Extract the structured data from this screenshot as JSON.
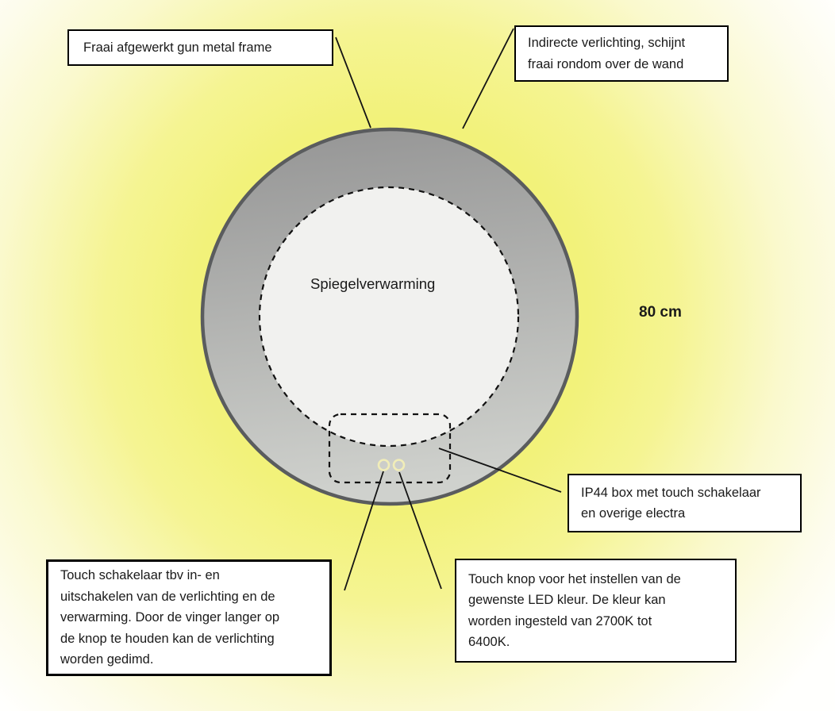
{
  "diagram_title": "Round LED mirror product diagram",
  "mirror": {
    "heating_label": "Spiegelverwarming",
    "diameter_label": "80 cm"
  },
  "callouts": {
    "frame": {
      "lines": [
        "Fraai afgewerkt gun metal frame"
      ]
    },
    "indirect_light": {
      "lines": [
        "Indirecte verlichting, schijnt",
        "fraai rondom over de wand"
      ]
    },
    "ip44_box": {
      "lines": [
        "IP44 box met touch schakelaar",
        "en overige electra"
      ]
    },
    "touch_switch": {
      "lines": [
        "Touch schakelaar tbv in- en",
        "uitschakelen van de verlichting en de",
        "verwarming. Door de vinger langer op",
        "de knop te houden kan de verlichting",
        "worden gedimd."
      ]
    },
    "touch_color": {
      "lines": [
        "Touch knop voor het instellen van de",
        "gewenste LED kleur. De kleur kan",
        "worden ingesteld van 2700K tot",
        "6400K."
      ]
    }
  },
  "colors": {
    "glow_yellow": "#f2f27a",
    "background_edge": "#fffffd",
    "frame_gradient_top": "#949494",
    "frame_gradient_bottom": "#cfd1cd",
    "frame_stroke": "#5a5c5e",
    "mirror_face": "#f1f1ef",
    "dashed_outline": "#111111",
    "touch_button_ring": "#f1edb8",
    "callout_line": "#141414",
    "box_background": "#ffffff",
    "box_border": "#000000"
  }
}
